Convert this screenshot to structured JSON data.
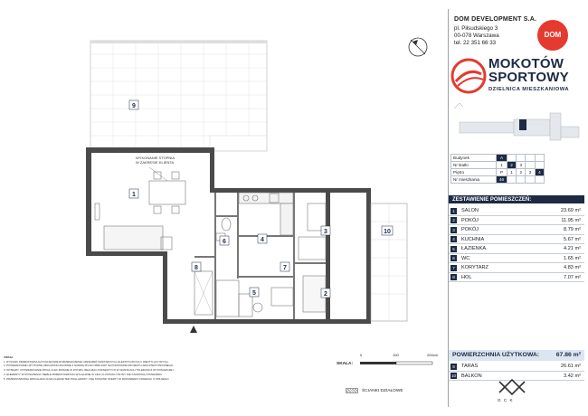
{
  "developer": {
    "name": "DOM DEVELOPMENT S.A.",
    "address_line1": "pl. Piłsudskiego 3",
    "address_line2": "00-078 Warszawa",
    "phone": "tel. 22 351 66 33",
    "logo_text": "DOM"
  },
  "brand": {
    "line1": "MOKOTÓW",
    "line2": "SPORTOWY",
    "line3": "DZIELNICA MIESZKANIOWA",
    "accent": "#e53a2f",
    "navy": "#1c2a44"
  },
  "location": {
    "rows": [
      {
        "label": "Budynek",
        "cells": [
          "A"
        ],
        "highlight": 0
      },
      {
        "label": "Nr klatki",
        "cells": [
          "1",
          "2",
          "3"
        ],
        "highlight": 1
      },
      {
        "label": "Piętro",
        "cells": [
          "P",
          "1",
          "2",
          "3",
          "4"
        ],
        "highlight": 4
      },
      {
        "label": "Nr mieszkania",
        "cells": [
          "46"
        ],
        "highlight": 0
      }
    ]
  },
  "rooms_header": "ZESTAWIENIE POMIESZCZEŃ:",
  "rooms": [
    {
      "num": "1",
      "name": "SALON",
      "area": "23.69 m²"
    },
    {
      "num": "2",
      "name": "POKÓJ",
      "area": "11.95 m²"
    },
    {
      "num": "3",
      "name": "POKÓJ",
      "area": "8.79 m²"
    },
    {
      "num": "4",
      "name": "KUCHNIA",
      "area": "5.67 m²"
    },
    {
      "num": "5",
      "name": "ŁAZIENKA",
      "area": "4.21 m²"
    },
    {
      "num": "6",
      "name": "WC",
      "area": "1.65 m²"
    },
    {
      "num": "7",
      "name": "KORYTARZ",
      "area": "4.83 m²"
    },
    {
      "num": "8",
      "name": "HOL",
      "area": "7.07 m²"
    }
  ],
  "usable_area": {
    "label": "POWIERZCHNIA UŻYTKOWA:",
    "value": "67.86 m²"
  },
  "outdoor": [
    {
      "num": "9",
      "name": "TARAS",
      "area": "26.61 m²"
    },
    {
      "num": "10",
      "name": "BALKON",
      "area": "3.42 m²"
    }
  ],
  "plan": {
    "stair_note_1": "WYKONANIE STOPNIA",
    "stair_note_2": "W ZAKRESIE KLIENTA",
    "room_labels": [
      "1",
      "2",
      "3",
      "4",
      "5",
      "6",
      "7",
      "8",
      "9",
      "10"
    ]
  },
  "scale": {
    "label": "SKALA:",
    "ticks": [
      "0",
      "100",
      "200cm"
    ],
    "walls_legend": "ŚCIANKI DZIAŁOWE"
  },
  "gck_text": "G C K",
  "notes": [
    "UWAGI:",
    "1. RYSUNKI PRZEDSTAWIAJĄ POGLĄDOWE ROZMIESZCZENIE URZĄDZEŃ SANITARNYCH, ELEKTRYCZNYCH I WENTYLACYJNYCH.",
    "2. POWIERZCHNIE UŻYTKOWE OBLICZONO ZGODNIE Z NORMĄ PN-ISO 9836:1997 NA PODSTAWIE PROJEKTU ARCHITEKTONICZNEGO.",
    "3. WYMIARY I POWIERZCHNIE MOGĄ ULEC ZMIANIE W WYNIKU REALIZACJI INWESTYCJI W GRANICACH TOLERANCJI WYKONAWCZEJ.",
    "4. ELEMENTY WYPOSAŻENIA I MEBLE PRZEDSTAWIONO WYŁĄCZNIE W CELU ILUSTRACYJNYM I NIE STANOWIĄ STANDARDU.",
    "5. PRZEDSTAWIONA WIZUALIZACJA MA CHARAKTER POGLĄDOWY I NIE STANOWI OFERTY W ROZUMIENIU KODEKSU CYWILNEGO."
  ]
}
